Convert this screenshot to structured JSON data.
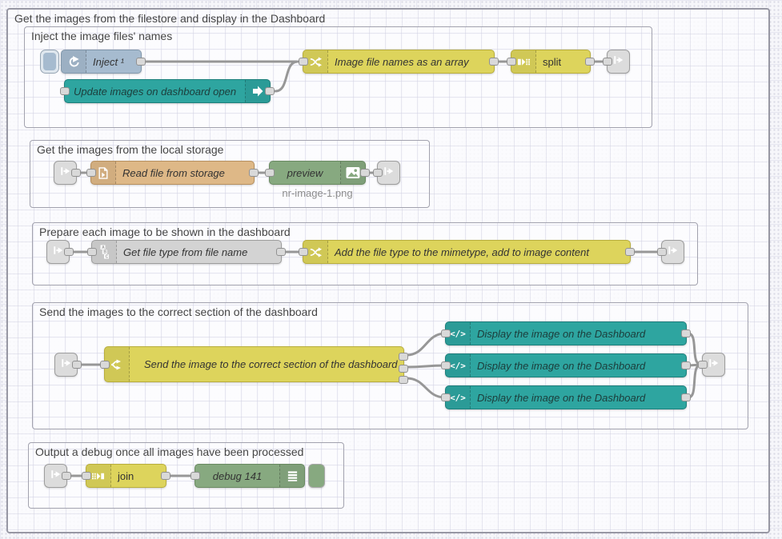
{
  "groups": {
    "outer": {
      "label": "Get the images from the filestore and display in the Dashboard"
    },
    "inject": {
      "label": "Inject the image files' names"
    },
    "storage": {
      "label": "Get the images from the local storage"
    },
    "prepare": {
      "label": "Prepare each image to be shown in the dashboard"
    },
    "send": {
      "label": "Send the images to the correct section of the dashboard"
    },
    "debug": {
      "label": "Output a debug once all images have been processed"
    }
  },
  "nodes": {
    "inject": {
      "label": "Inject ¹"
    },
    "update": {
      "label": "Update images on dashboard open"
    },
    "filenames_fn": {
      "label": "Image file names as an array"
    },
    "split": {
      "label": "split"
    },
    "read_file": {
      "label": "Read file from storage"
    },
    "preview": {
      "label": "preview",
      "caption": "nr-image-1.png"
    },
    "get_file_type": {
      "label": "Get file type from file name"
    },
    "add_mimetype": {
      "label": "Add the file type to the mimetype, add to image content"
    },
    "switch": {
      "label": "Send the image to the correct section of the dashboard"
    },
    "displays": [
      {
        "label": "Display the image on the Dashboard"
      },
      {
        "label": "Display the image on the Dashboard"
      },
      {
        "label": "Display the image on the Dashboard"
      }
    ],
    "join": {
      "label": "join"
    },
    "debug": {
      "label": "debug 141"
    },
    "display_icon_text": "</>"
  },
  "colors": {
    "inject_node": "#a6bbcf",
    "function_node": "#ddd45c",
    "dashboard_node": "#2ea5a0",
    "file_node": "#deb887",
    "debug_node": "#87a980",
    "change_node": "#d3d3d3",
    "wire": "#979797",
    "group_border": "#9898a4"
  },
  "icons": {
    "inject": "inject-arrow-icon",
    "update": "big-arrow-icon",
    "function": "shuffle-arrows-icon",
    "split": "split-icon",
    "join": "join-icon",
    "file": "file-icon",
    "change": "abc-blocks-icon",
    "preview": "image-icon",
    "switch": "fork-icon",
    "template": "code-icon",
    "debug": "list-icon",
    "link": "link-arrow-icon"
  }
}
